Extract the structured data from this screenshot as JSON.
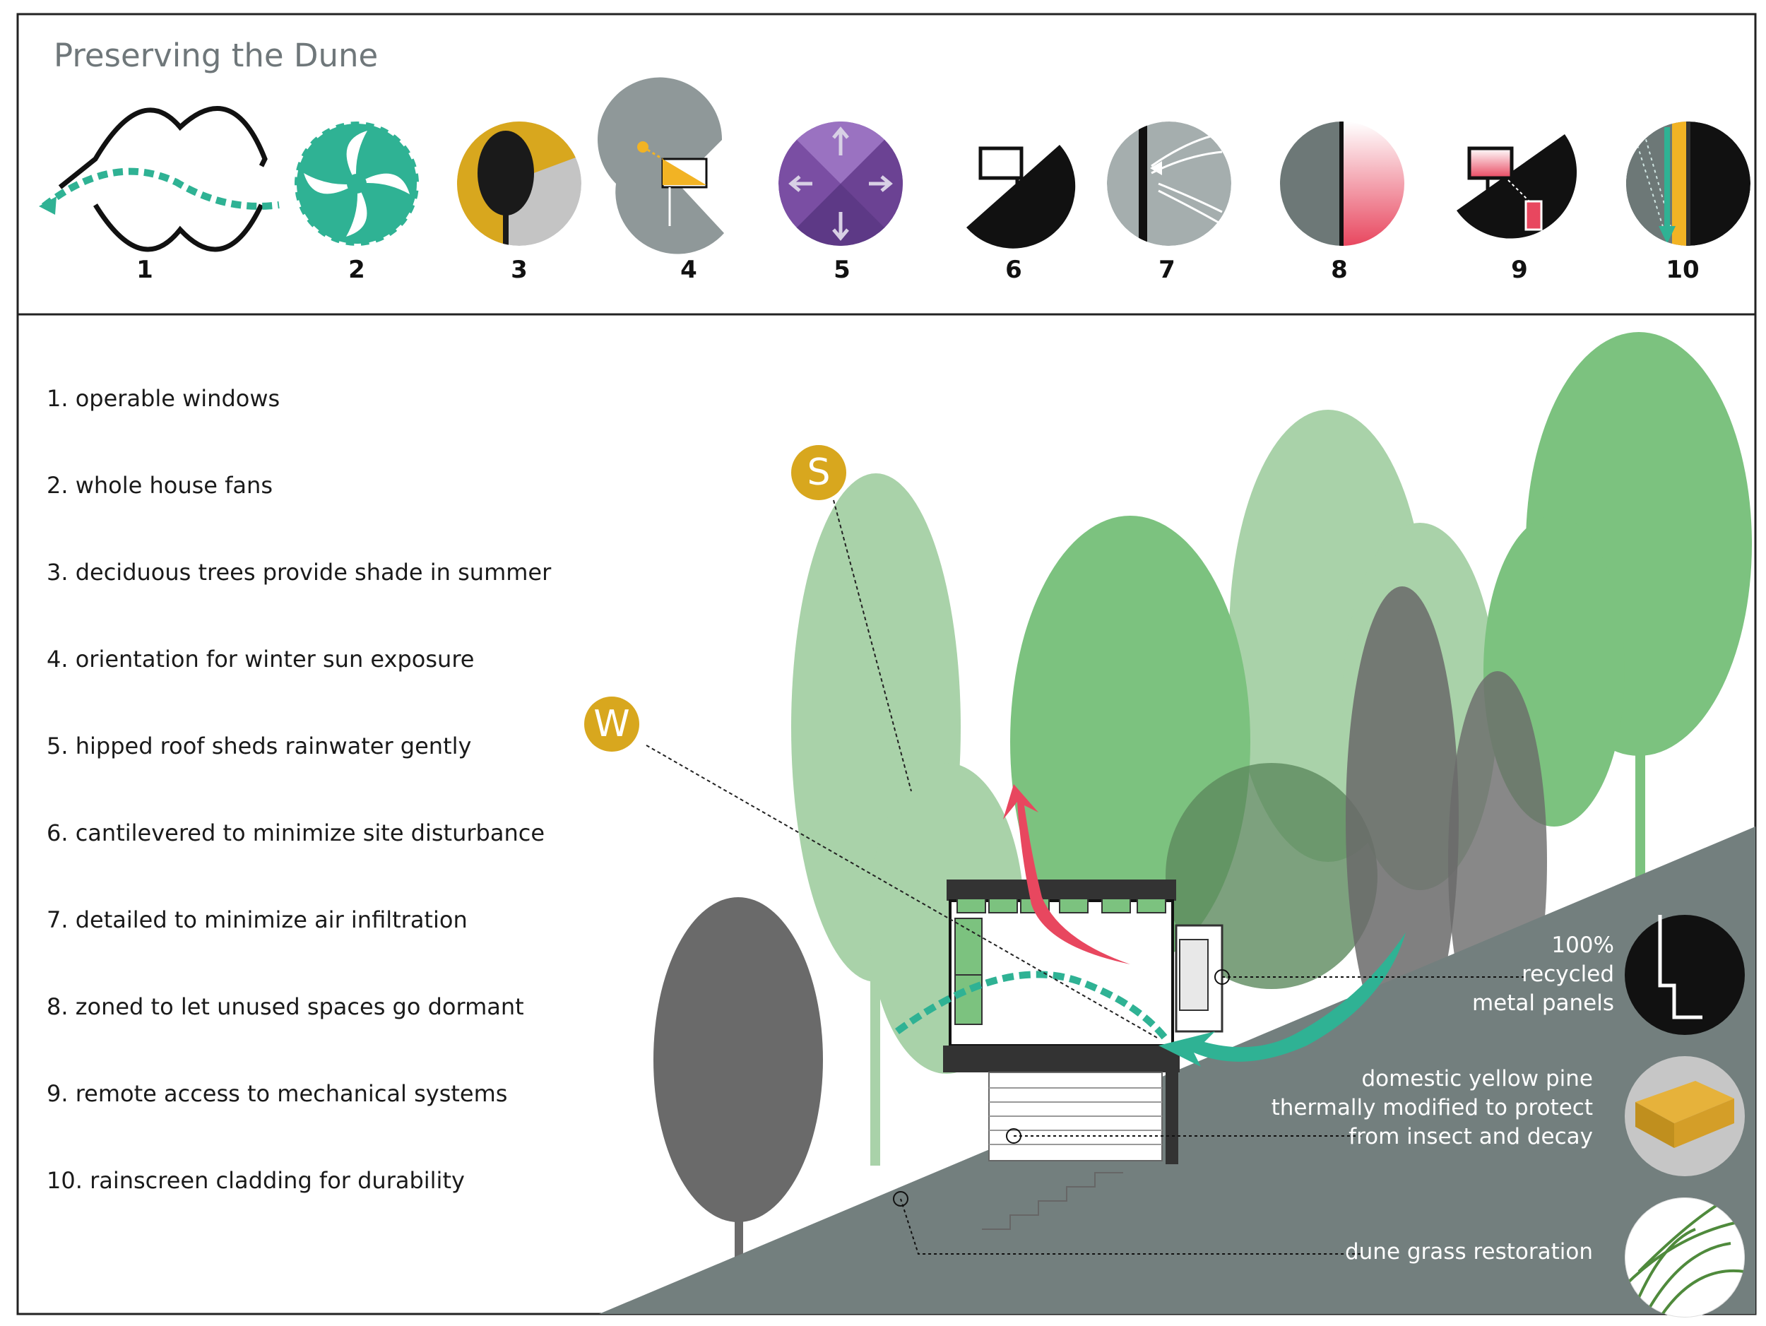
{
  "title": "Preserving the Dune",
  "icons": [
    {
      "number": "1",
      "icon": "operable-windows-icon"
    },
    {
      "number": "2",
      "icon": "whole-house-fan-icon"
    },
    {
      "number": "3",
      "icon": "deciduous-tree-icon"
    },
    {
      "number": "4",
      "icon": "winter-sun-orientation-icon"
    },
    {
      "number": "5",
      "icon": "hipped-roof-icon"
    },
    {
      "number": "6",
      "icon": "cantilever-icon"
    },
    {
      "number": "7",
      "icon": "air-infiltration-icon"
    },
    {
      "number": "8",
      "icon": "zoned-spaces-icon"
    },
    {
      "number": "9",
      "icon": "remote-access-icon"
    },
    {
      "number": "10",
      "icon": "rainscreen-cladding-icon"
    }
  ],
  "legend": [
    "1. operable windows",
    "2. whole house fans",
    "3. deciduous trees provide shade in summer",
    "4. orientation for winter sun exposure",
    "5. hipped roof sheds rainwater gently",
    "6. cantilevered to minimize site disturbance",
    "7. detailed to minimize air infiltration",
    "8. zoned to let unused spaces go dormant",
    "9. remote access to mechanical systems",
    "10. rainscreen cladding for durability"
  ],
  "compass": {
    "summer": "S",
    "winter": "W"
  },
  "materials": [
    {
      "lines": [
        "100%",
        "recycled",
        "metal panels"
      ],
      "icon": "metal-panel-icon"
    },
    {
      "lines": [
        "domestic yellow pine",
        "thermally modified to protect",
        "from insect and decay"
      ],
      "icon": "yellow-pine-board-icon"
    },
    {
      "lines": [
        "dune grass restoration"
      ],
      "icon": "dune-grass-icon"
    }
  ],
  "colors": {
    "teal": "#2fb294",
    "red": "#e8475f",
    "gold": "#d8a71e",
    "purple": "#7a4ea3",
    "slope": "#737f7e",
    "tree_light": "#a9d2a9",
    "tree_mid": "#7cc27f",
    "tree_dark": "#5c8a5e",
    "tree_grey": "#6a6a6a"
  }
}
